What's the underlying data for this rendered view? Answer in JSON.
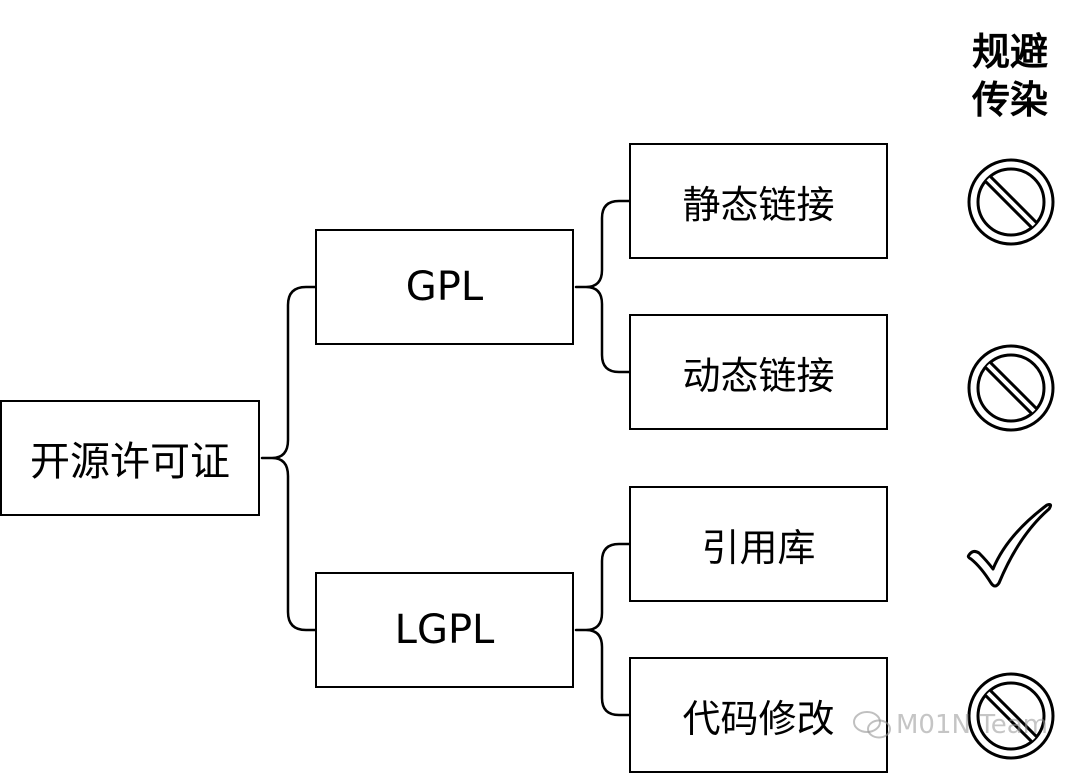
{
  "header": {
    "line1": "规避",
    "line2": "传染"
  },
  "root": {
    "label": "开源许可证"
  },
  "branches": [
    {
      "label": "GPL",
      "leaves": [
        {
          "label": "静态链接",
          "icon": "prohibited-icon"
        },
        {
          "label": "动态链接",
          "icon": "prohibited-icon"
        }
      ]
    },
    {
      "label": "LGPL",
      "leaves": [
        {
          "label": "引用库",
          "icon": "check-icon"
        },
        {
          "label": "代码修改",
          "icon": "prohibited-icon"
        }
      ]
    }
  ],
  "watermark": {
    "text": "M01N Team"
  }
}
